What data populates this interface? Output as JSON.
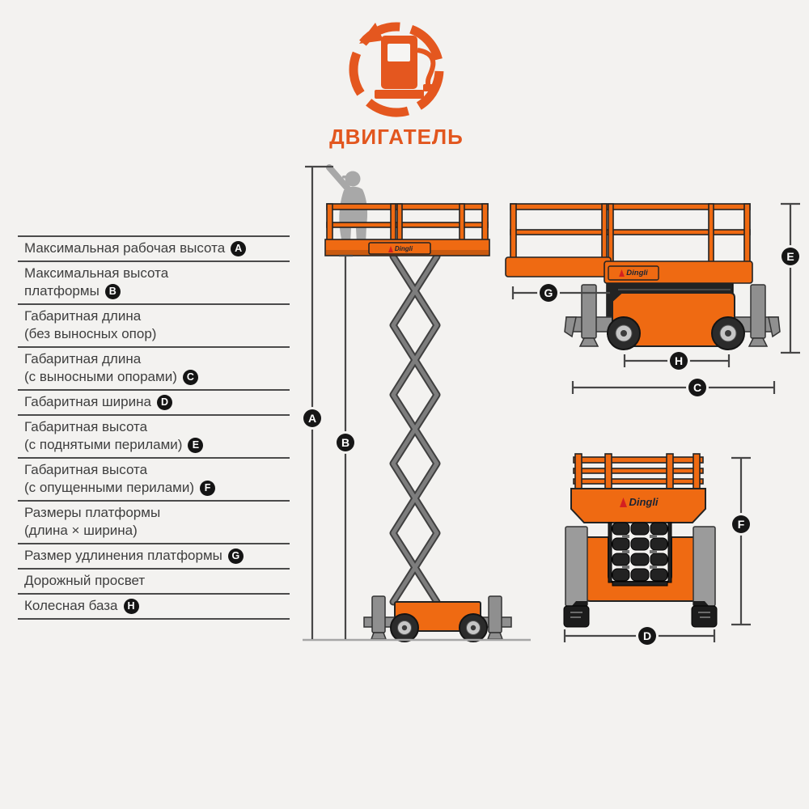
{
  "page": {
    "background": "#f3f2f0"
  },
  "engine": {
    "label": "ДВИГАТЕЛЬ",
    "icon": "fuel-pump-cycle-icon",
    "accent_color": "#e4571f"
  },
  "brand": {
    "logo_text": "Dingli",
    "logo_mark_color": "#d42020"
  },
  "machine": {
    "orange": "#ef6a12",
    "steel_gray": "#8f8f8f",
    "tire_black": "#2b2b2b"
  },
  "spec_table": {
    "rows": [
      {
        "line1": "Максимальная рабочая высота",
        "badge": "A"
      },
      {
        "line1": "Максимальная высота",
        "line2": "платформы",
        "badge": "B"
      },
      {
        "line1": "Габаритная длина",
        "line2": "(без выносных опор)"
      },
      {
        "line1": "Габаритная длина",
        "line2": "(с выносными опорами)",
        "badge": "C"
      },
      {
        "line1": "Габаритная ширина",
        "badge": "D"
      },
      {
        "line1": "Габаритная высота",
        "line2": "(с поднятыми перилами)",
        "badge": "E"
      },
      {
        "line1": "Габаритная высота",
        "line2": "(с опущенными перилами)",
        "badge": "F"
      },
      {
        "line1": "Размеры платформы",
        "line2": "(длина × ширина)"
      },
      {
        "line1": "Размер удлинения платформы",
        "badge": "G"
      },
      {
        "line1": "Дорожный просвет"
      },
      {
        "line1": "Колесная база",
        "badge": "H"
      }
    ]
  },
  "dimension_markers": {
    "A": "A",
    "B": "B",
    "C": "C",
    "D": "D",
    "E": "E",
    "F": "F",
    "G": "G",
    "H": "H"
  }
}
